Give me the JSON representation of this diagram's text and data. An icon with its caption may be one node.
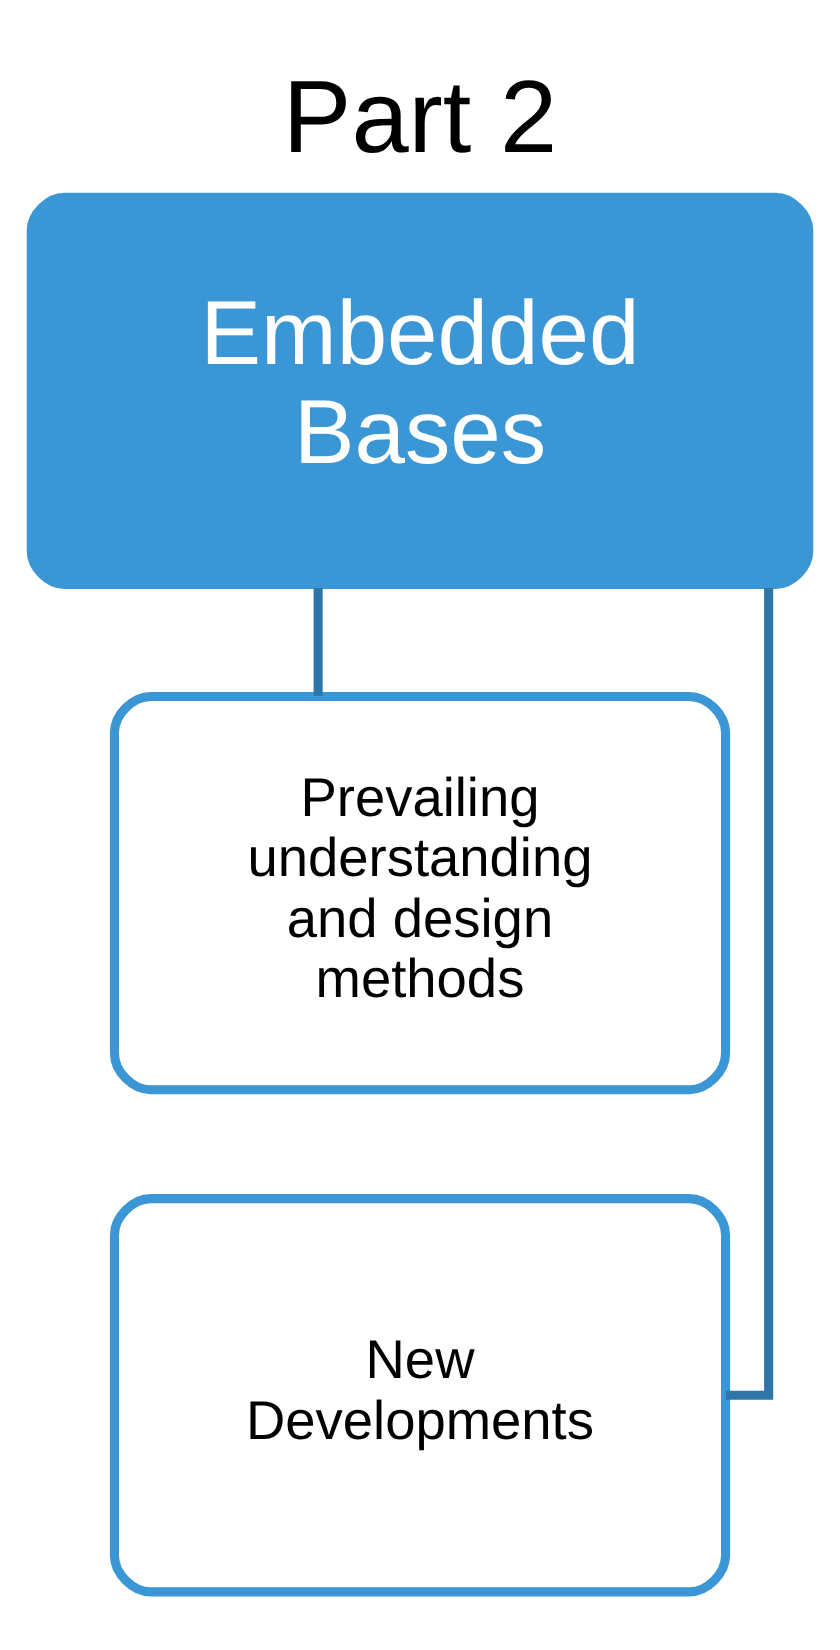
{
  "diagram": {
    "title": "Part 2",
    "nodes": [
      {
        "text": [
          "Embedded Bases"
        ]
      },
      {
        "text": [
          "Prevailing understanding and design methods"
        ]
      },
      {
        "text": [
          "New Developments"
        ]
      }
    ],
    "edges": [
      {
        "from": 0,
        "to": 1,
        "arrow": "none"
      },
      {
        "from": 0,
        "to": 2,
        "arrow": "none"
      }
    ]
  }
}
